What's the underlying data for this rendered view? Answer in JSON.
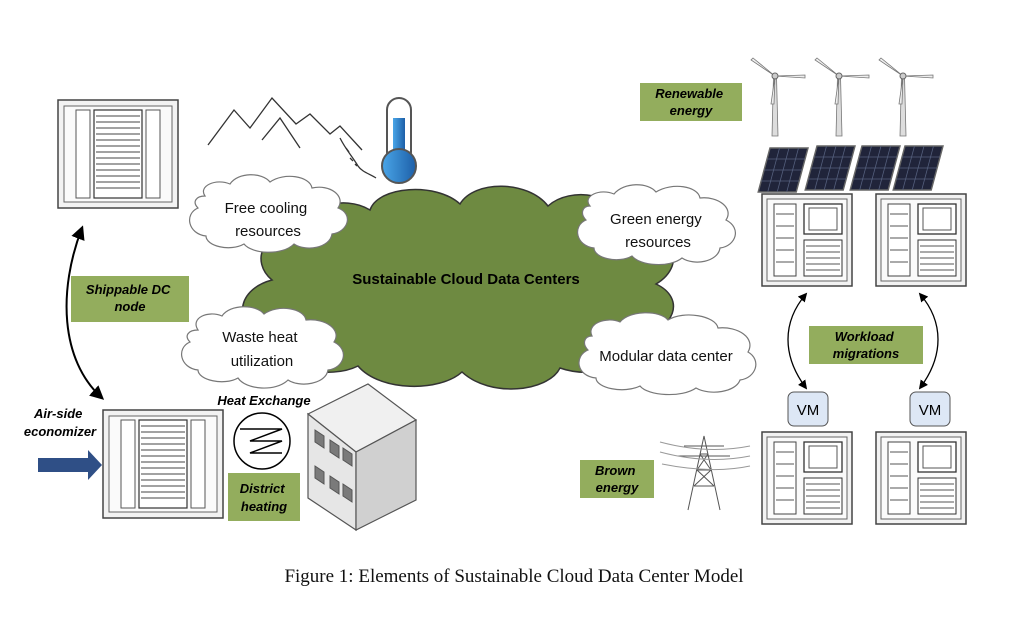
{
  "central_cloud": {
    "label": "Sustainable Cloud Data Centers"
  },
  "sub_clouds": {
    "free_cooling": [
      "Free cooling",
      "resources"
    ],
    "green_energy": [
      "Green energy",
      "resources"
    ],
    "waste_heat": [
      "Waste heat",
      "utilization"
    ],
    "modular": [
      "Modular data center"
    ]
  },
  "green_labels": {
    "shippable": [
      "Shippable DC",
      "node"
    ],
    "renewable": [
      "Renewable",
      "energy"
    ],
    "workload": [
      "Workload",
      "migrations"
    ],
    "brown": [
      "Brown",
      "energy"
    ],
    "district": [
      "District",
      "heating"
    ]
  },
  "text_labels": {
    "air_side": [
      "Air-side",
      "economizer"
    ],
    "heat_exchange": "Heat Exchange"
  },
  "vm_labels": [
    "VM",
    "VM"
  ],
  "caption": "Figure 1: Elements of Sustainable Cloud Data Center Model",
  "colors": {
    "cloud_fill": "#6e8a41",
    "label_box": "#93ad5d",
    "arrow_blue": "#2f4f86",
    "vm_box": "#dde7f5"
  }
}
